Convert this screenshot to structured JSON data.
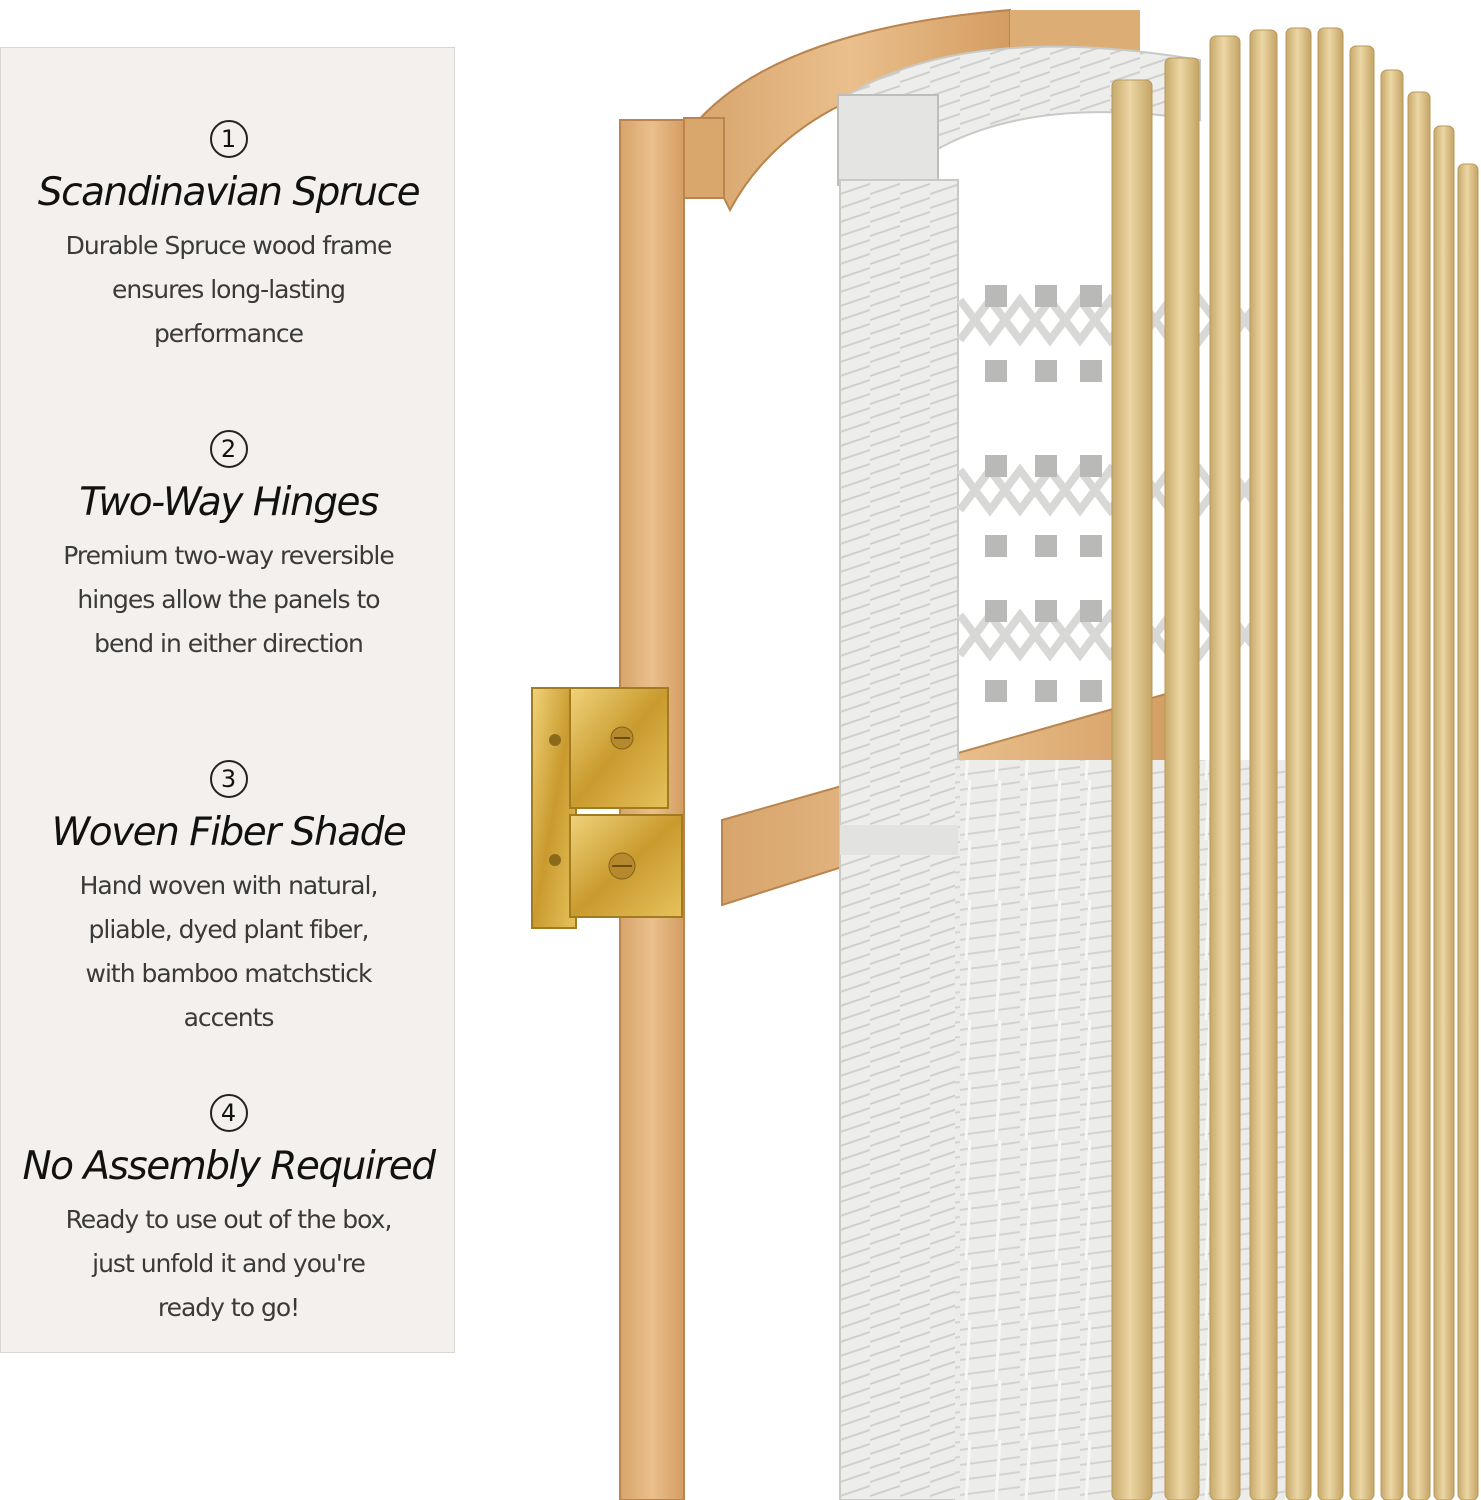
{
  "features": [
    {
      "number": "1",
      "title": "Scandinavian Spruce",
      "desc": "Durable Spruce wood frame\nensures long-lasting\nperformance"
    },
    {
      "number": "2",
      "title": "Two-Way Hinges",
      "desc": "Premium two-way reversible\nhinges allow the panels to\nbend in either direction"
    },
    {
      "number": "3",
      "title": "Woven Fiber Shade",
      "desc": "Hand woven with natural,\npliable, dyed plant fiber,\nwith bamboo matchstick\naccents"
    },
    {
      "number": "4",
      "title": "No Assembly Required",
      "desc": "Ready to use out of the box,\njust unfold it and you're\nready to go!"
    }
  ],
  "colors": {
    "panel_bg": "#f3f0ed",
    "wood": "#e2b27c",
    "wood_dark": "#c8935a",
    "weave": "#ebebea",
    "bamboo": "#dcc38e",
    "brass": "#d7b24e"
  }
}
